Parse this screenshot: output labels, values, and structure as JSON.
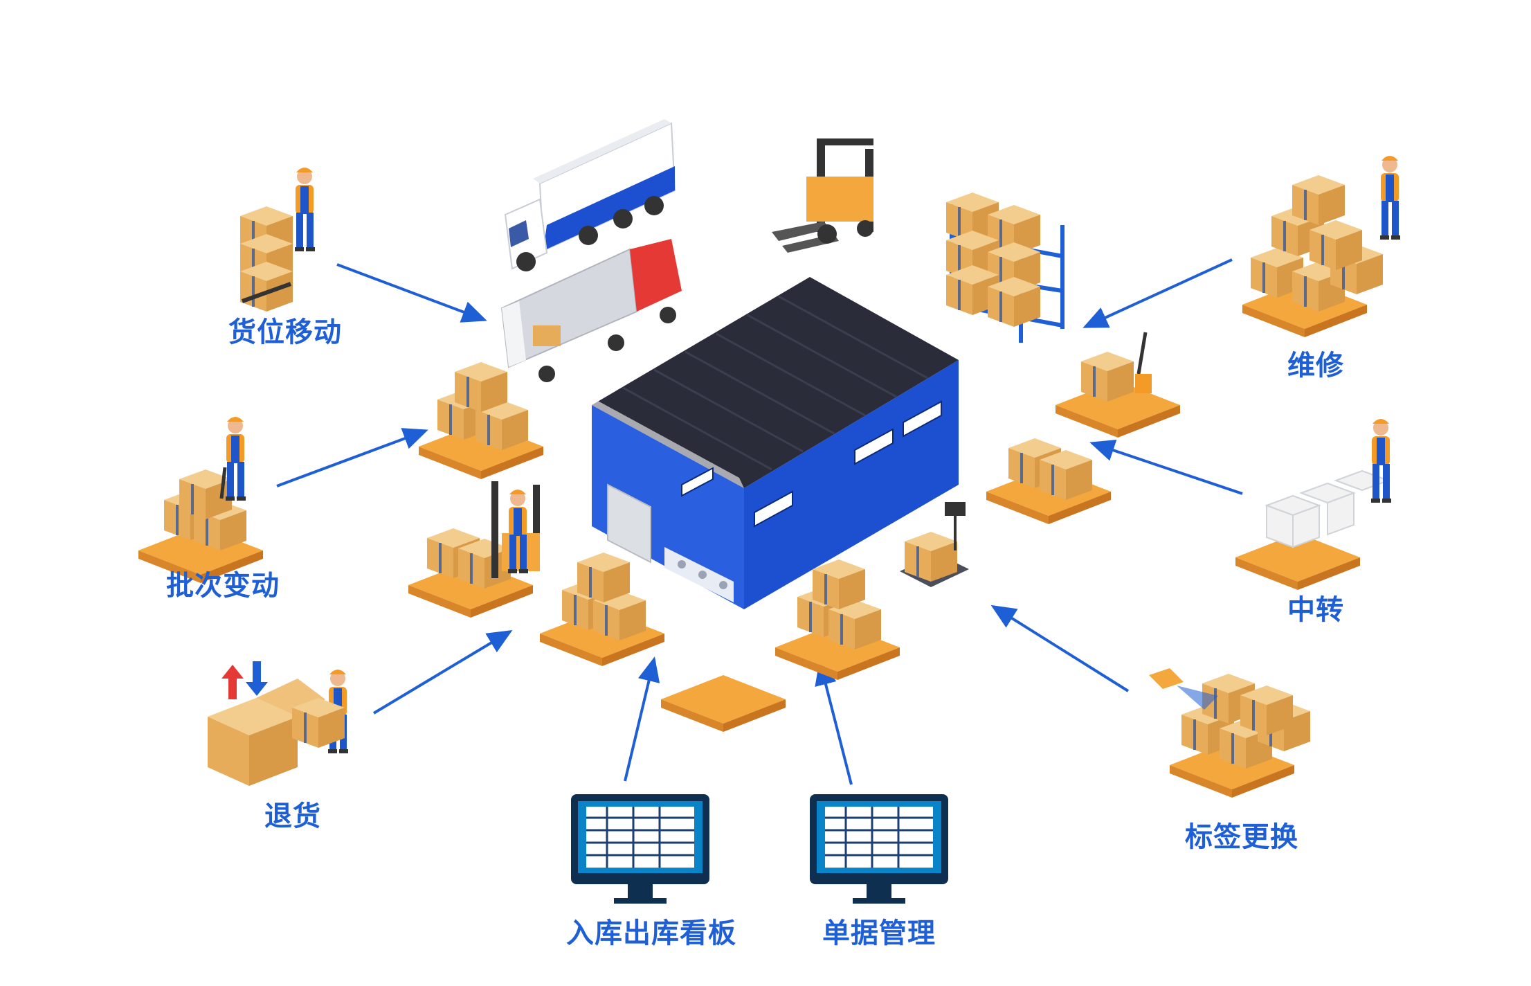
{
  "labels": {
    "location_move": "货位移动",
    "batch_change": "批次变动",
    "returns": "退货",
    "inbound_outbound_board": "入库出库看板",
    "document_management": "单据管理",
    "label_replace": "标签更换",
    "maintenance": "维修",
    "middle": "中转"
  },
  "colors": {
    "accent": "#1f5fd6",
    "warehouse_wall": "#1d4fd1",
    "roof": "#2b2d3a",
    "box": "#e9b46b",
    "pallet": "#f4a73c"
  },
  "icons": [
    "worker-with-boxes-icon",
    "truck-icon",
    "container-truck-icon",
    "forklift-icon",
    "storage-rack-icon",
    "warehouse-icon",
    "monitor-icon",
    "scanner-icon",
    "pallet-jack-icon",
    "scale-icon"
  ]
}
